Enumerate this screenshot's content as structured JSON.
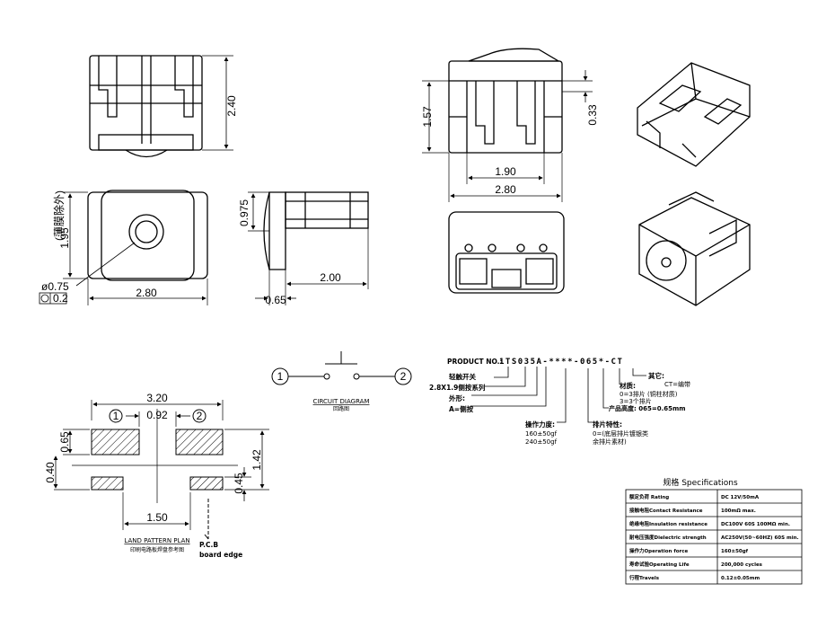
{
  "dimensions": {
    "top_height": "2.40",
    "top_circle_note": "(薄膜除外)",
    "side_height": "1.95",
    "plan_width": "2.80",
    "hole_dia": "ø0.75",
    "tolerance": "0.2",
    "side_view_height": "0.975",
    "side_view_len": "2.00",
    "side_view_offset": "0.65",
    "front_height": "1.57",
    "front_inner": "1.90",
    "front_width": "2.80",
    "front_right": "0.33",
    "land_total": "3.20",
    "land_gap": "0.92",
    "land_pad_h": "0.65",
    "land_center": "0.40",
    "land_small_h": "0.45",
    "land_total_h": "1.42",
    "land_pitch": "1.50",
    "pad1": "1",
    "pad2": "2"
  },
  "circuit": {
    "title": "CIRCUIT DIAGRAM",
    "subtitle": "回路图",
    "node1": "1",
    "node2": "2"
  },
  "land": {
    "title": "LAND PATTERN PLAN",
    "subtitle": "印刷电路板焊盘参考图",
    "pcb": "P.C.B",
    "edge": "board edge"
  },
  "product": {
    "prefix": "PRODUCT NO.:",
    "code": "1TS035A-****-065*-CT",
    "l_switch": "轻触开关",
    "l_series": "2.8X1.9侧按系列",
    "l_shape": "外形:",
    "l_shape_v": "A=侧按",
    "l_force": "操作力度:",
    "l_force_1": "160±50gf",
    "l_force_2": "240±50gf",
    "l_pin": "排片特性:",
    "l_pin_1": "0=(底层排片镀银类",
    "l_pin_2": "余排片素材)",
    "l_height": "产品高度: 065=0.65mm",
    "l_mat": "材质:",
    "l_mat_1": "0=3排片 (铜柱材质)",
    "l_mat_2": "3=3个排片",
    "l_other": "其它:",
    "l_other_v": "CT=编带"
  },
  "specs": {
    "title": "规格 Specifications",
    "rows": [
      {
        "k": "额定负荷 Rating",
        "v": "DC 12V/50mA"
      },
      {
        "k": "接触电阻Contact Resistance",
        "v": "100mΩ max."
      },
      {
        "k": "绝缘电阻Insulation resistance",
        "v": "DC100V 60S  100MΩ min."
      },
      {
        "k": "耐电压强度Dielectric strength",
        "v": "AC250V(50~60HZ) 60S min."
      },
      {
        "k": "操作力Operation force",
        "v": "160±50gf"
      },
      {
        "k": "寿命试验Operating Life",
        "v": "200,000 cycles"
      },
      {
        "k": "行程Travels",
        "v": "0.12±0.05mm"
      }
    ]
  }
}
